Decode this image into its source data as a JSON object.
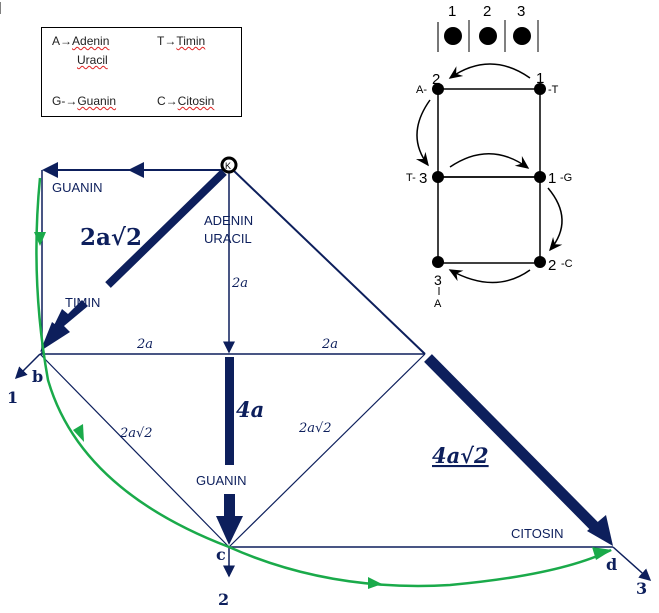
{
  "legend": {
    "a_key": "A",
    "a_value": "Adenin",
    "a_value2": "Uracil",
    "t_key": "T",
    "t_value": "Timin",
    "g_key": "G-",
    "g_value": "Guanin",
    "c_key": "C",
    "c_value": "Citosin",
    "arrow": "→"
  },
  "code_diagram": {
    "slots": [
      "1",
      "2",
      "3"
    ],
    "nodes": {
      "top_left_num": "2",
      "top_left_letter": "A-",
      "top_right_num": "1",
      "top_right_letter": "-T",
      "mid_left_letter": "T-",
      "mid_left_num": "3",
      "mid_right_num": "1",
      "mid_right_letter": "-G",
      "bot_right_num": "2",
      "bot_right_letter": "-C",
      "bot_left_num": "3",
      "bot_left_letter": "A"
    }
  },
  "main_diagram": {
    "origin": "K",
    "labels": {
      "guanin_top": "GUANIN",
      "diag_left": "2a√2",
      "adenin": "ADENIN",
      "uracil": "URACIL",
      "vertical_top": "2a",
      "timin": "TIMIN",
      "horiz_left": "2a",
      "horiz_right": "2a",
      "diag_bc": "2a√2",
      "diag_c_right": "2a√2",
      "vertical_bottom": "4a",
      "guanin_bottom": "GUANIN",
      "diag_right": "4a√2",
      "citosin": "CITOSIN"
    },
    "points": {
      "b": "b",
      "c": "c",
      "d": "d"
    },
    "exits": {
      "b": "1",
      "c": "2",
      "d": "3"
    }
  },
  "colors": {
    "navy": "#0d1f5c",
    "green": "#1aaa4a"
  }
}
